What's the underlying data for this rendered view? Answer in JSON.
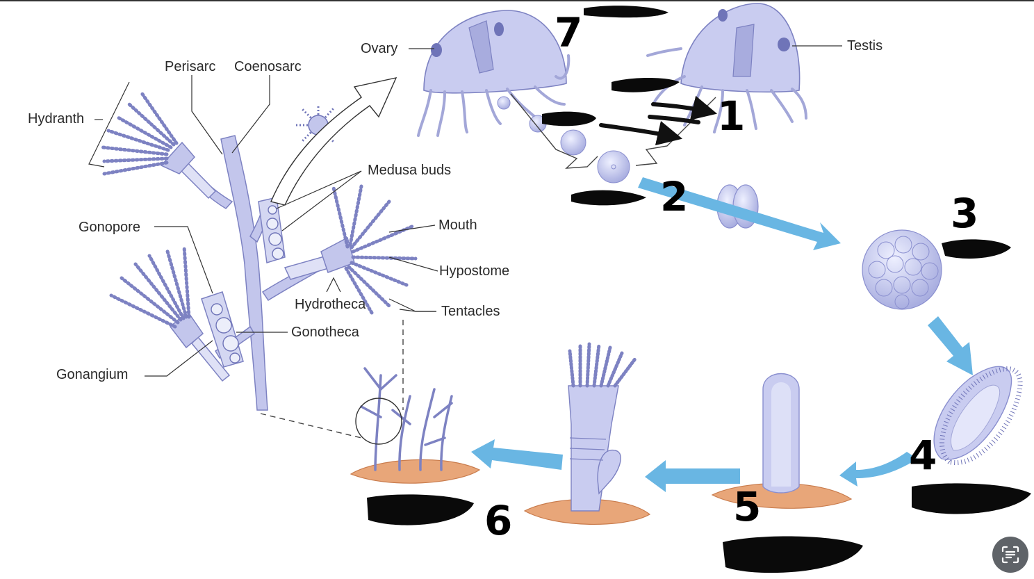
{
  "labels": {
    "perisarc": "Perisarc",
    "coenosarc": "Coenosarc",
    "hydranth": "Hydranth",
    "gonopore": "Gonopore",
    "gonangium": "Gonangium",
    "medusa_buds": "Medusa buds",
    "mouth": "Mouth",
    "hypostome": "Hypostome",
    "hydrotheca": "Hydrotheca",
    "tentacles": "Tentacles",
    "gonotheca": "Gonotheca",
    "ovary": "Ovary",
    "testis": "Testis"
  },
  "handwritten_numbers": {
    "n1": "1",
    "n2": "2",
    "n3": "3",
    "n4": "4",
    "n5": "5",
    "n6": "6",
    "n7": "7"
  },
  "colors": {
    "organism": "#b9bde6",
    "organism_dark": "#6f74b8",
    "arrow_blue": "#69b6e3",
    "ground": "#e8a679",
    "redaction": "#0a0a0a"
  },
  "icons": {
    "lens_button": "text-scan-icon"
  }
}
